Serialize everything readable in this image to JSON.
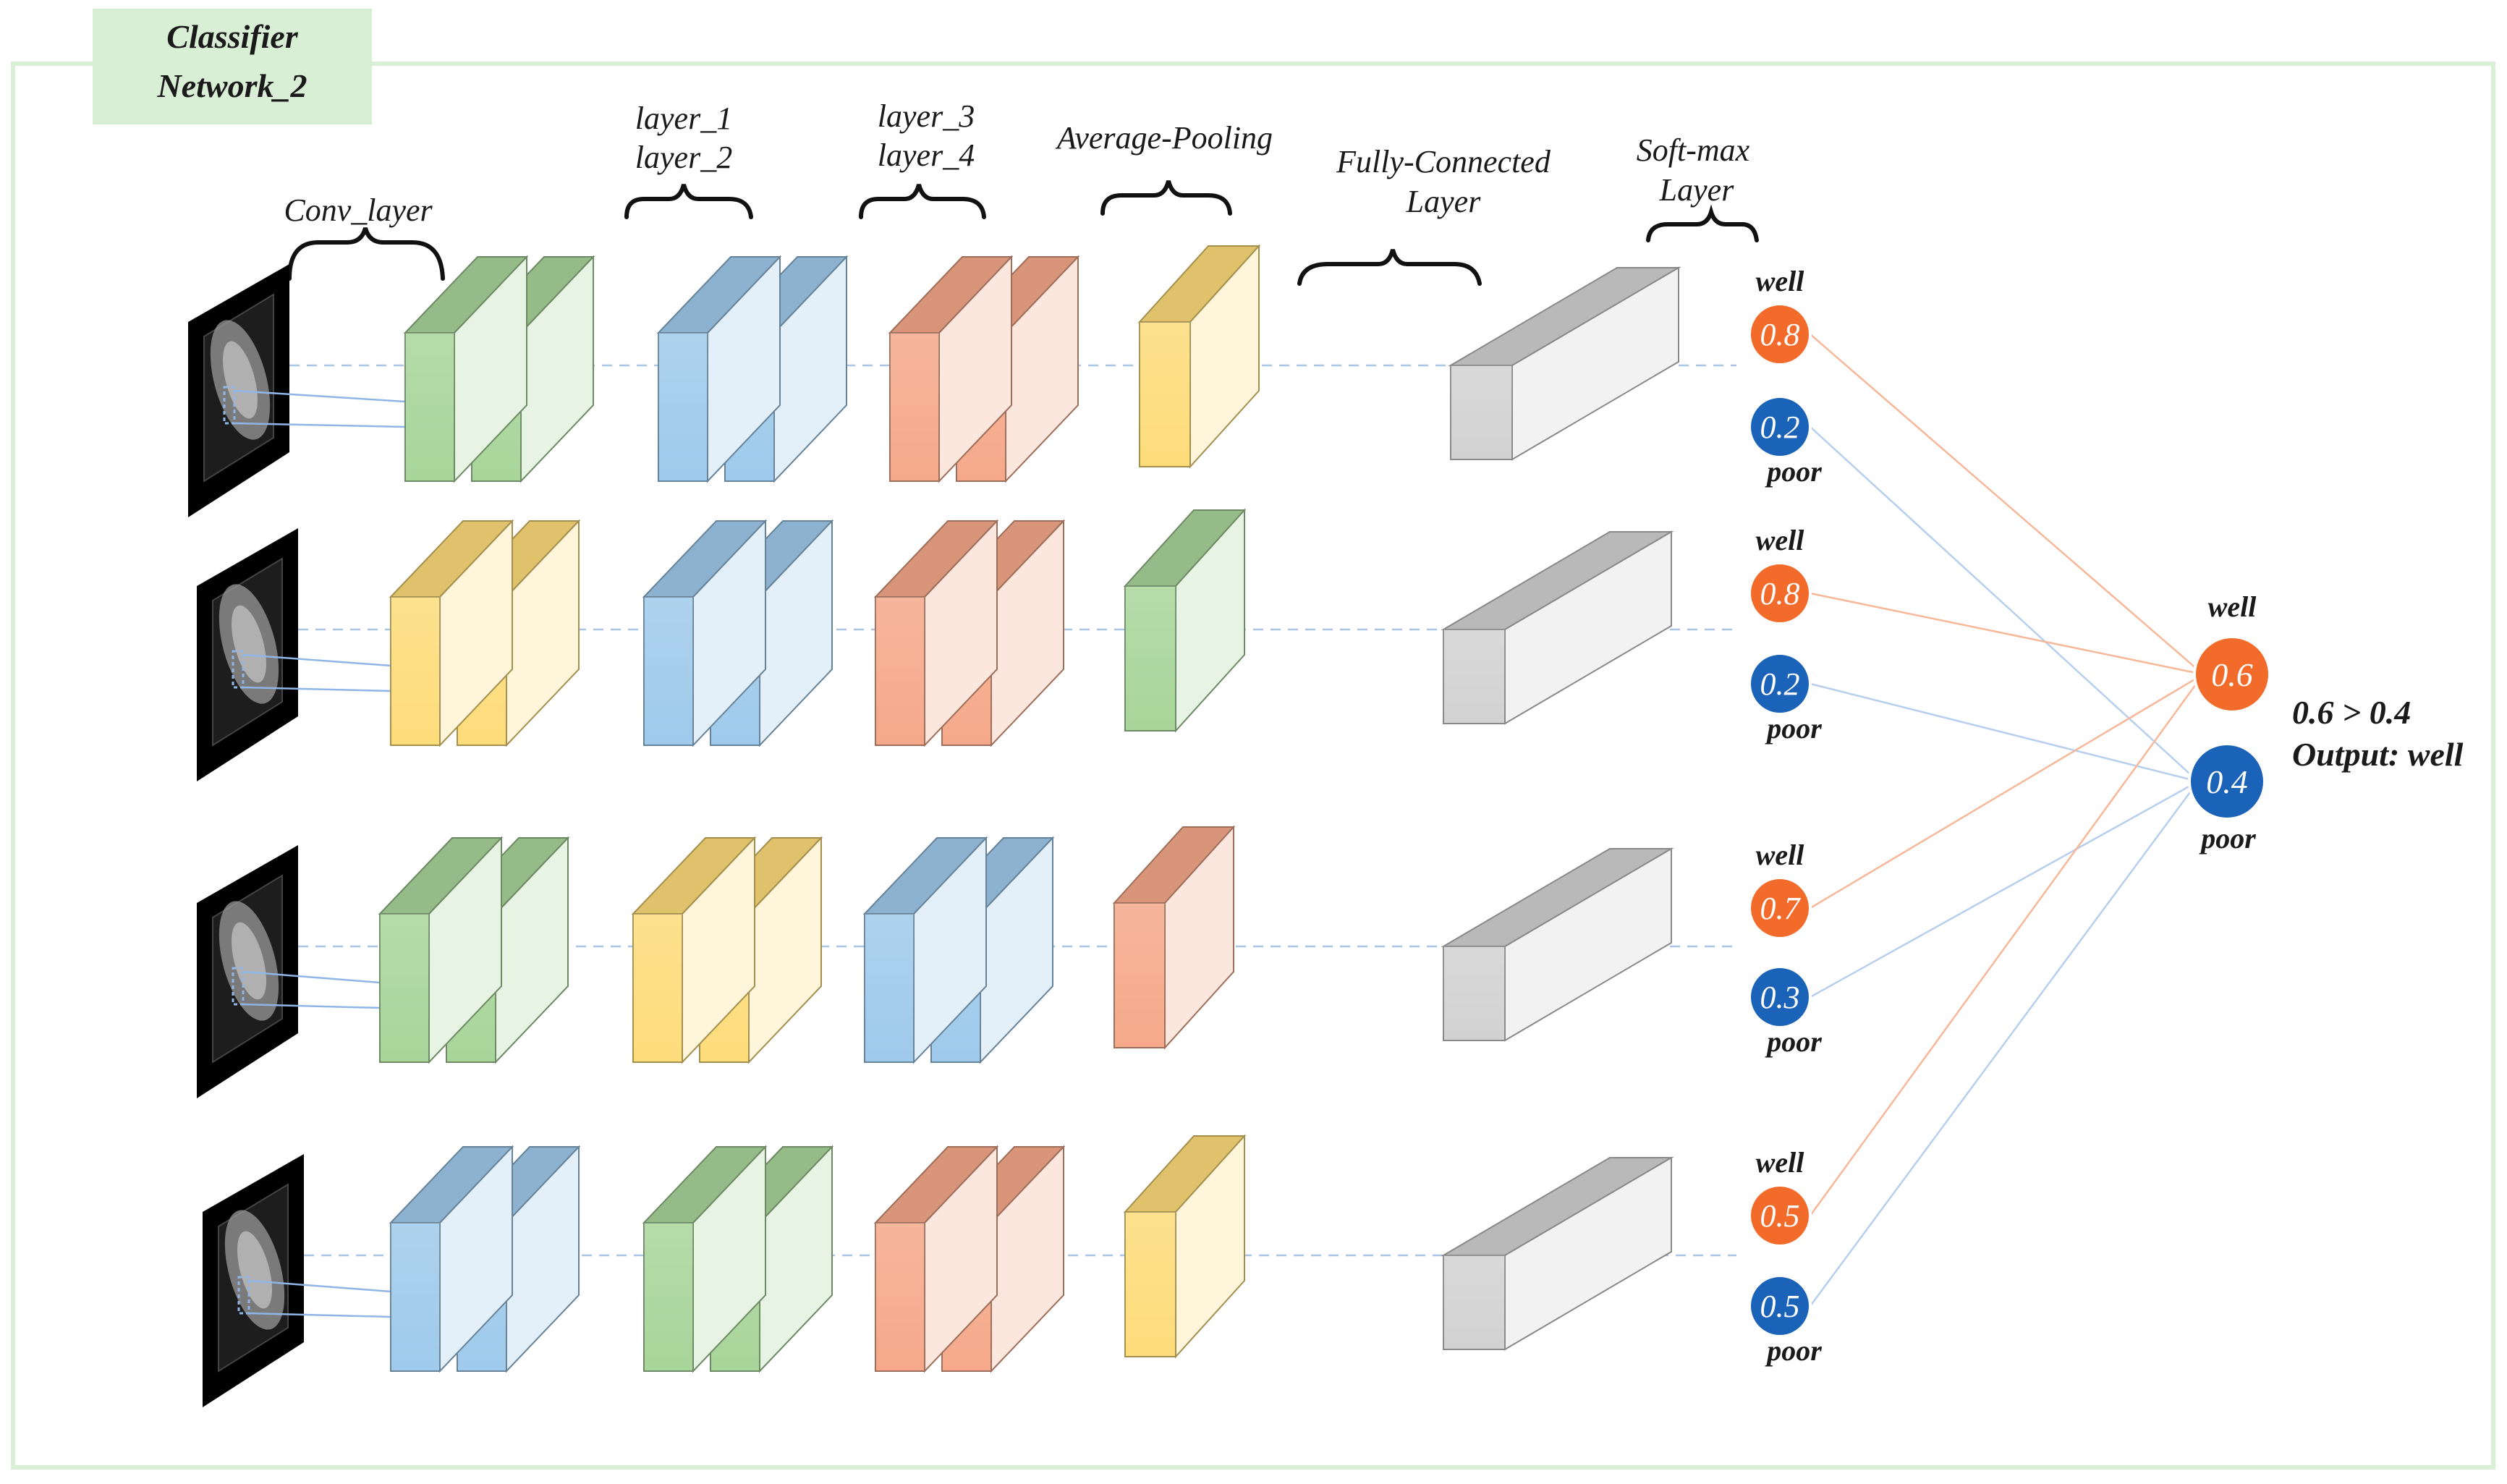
{
  "title": {
    "line1": "Classifier",
    "line2": "Network_2"
  },
  "stage_labels": {
    "conv": [
      "Conv_layer"
    ],
    "layer12": [
      "layer_1",
      "layer_2"
    ],
    "layer34": [
      "layer_3",
      "layer_4"
    ],
    "avgpool": [
      "Average-Pooling"
    ],
    "fc": [
      "Fully-Connected",
      "Layer"
    ],
    "softmax": [
      "Soft-max",
      "Layer"
    ]
  },
  "colors": {
    "frame": "#d9efd6",
    "title_bg": "#d8efd5",
    "green": "#a8d59a",
    "blue": "#9fcaeb",
    "orange": "#f5a98a",
    "yellow": "#fddc7a",
    "gray": "#d2d2d2",
    "node_orange": "#f26b2a",
    "node_blue": "#1a63b8",
    "dash_line": "#a9c4e4"
  },
  "class_labels": {
    "well": "well",
    "poor": "poor"
  },
  "rows": [
    {
      "blocks": [
        "green",
        "blue",
        "orange",
        "yellow"
      ],
      "well": "0.8",
      "poor": "0.2"
    },
    {
      "blocks": [
        "yellow",
        "blue",
        "orange",
        "green"
      ],
      "well": "0.8",
      "poor": "0.2"
    },
    {
      "blocks": [
        "green",
        "yellow",
        "blue",
        "orange"
      ],
      "well": "0.7",
      "poor": "0.3"
    },
    {
      "blocks": [
        "blue",
        "green",
        "orange",
        "yellow"
      ],
      "well": "0.5",
      "poor": "0.5"
    }
  ],
  "final": {
    "well_label": "well",
    "well": "0.6",
    "poor": "0.4",
    "poor_label": "poor",
    "comparison": "0.6 > 0.4",
    "output": "Output: well"
  }
}
